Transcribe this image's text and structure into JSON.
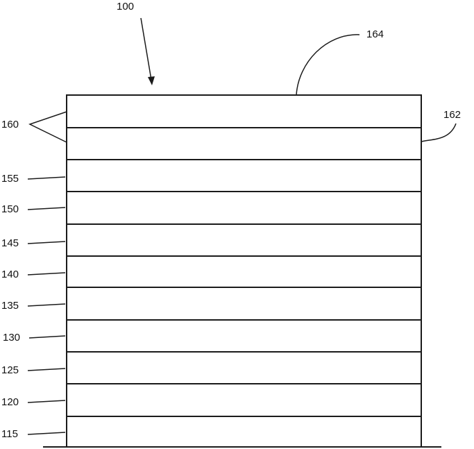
{
  "figure": {
    "device_label": "100",
    "top_surface_label": "164",
    "side_surface_label": "162",
    "top_pair_label": "160",
    "layer_labels": [
      "155",
      "150",
      "145",
      "140",
      "135",
      "130",
      "125",
      "120",
      "115"
    ]
  }
}
